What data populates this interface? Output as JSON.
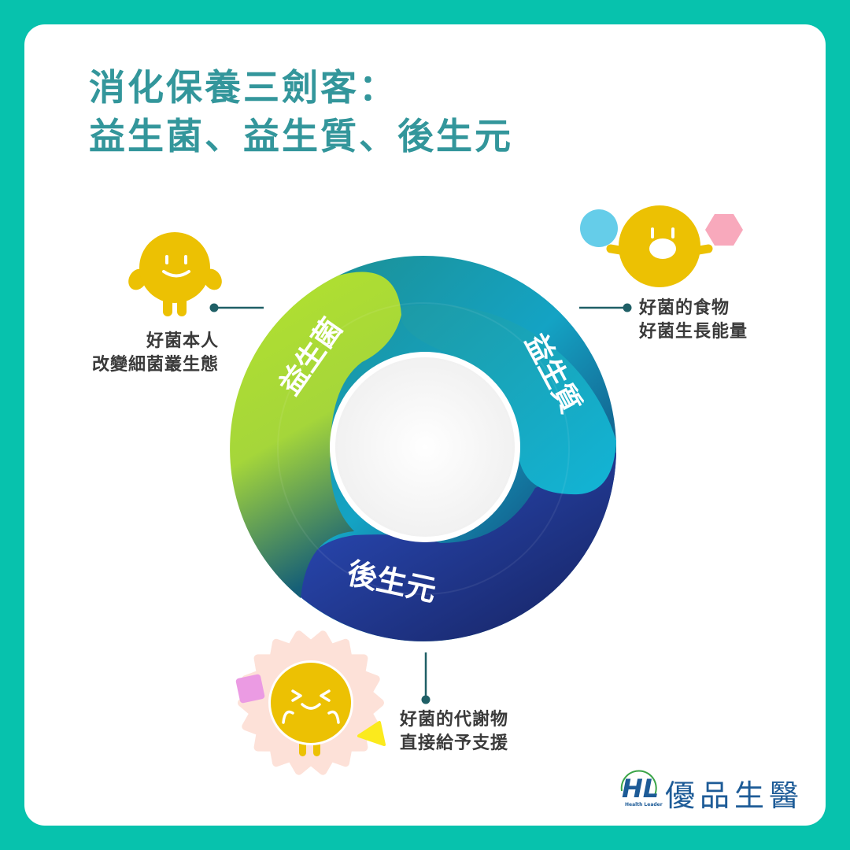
{
  "title": {
    "line1": "消化保養三劍客：",
    "line2": "益生菌、益生質、後生元"
  },
  "ring": {
    "segments": [
      {
        "label": "益生菌",
        "color_start": "#b7e22f",
        "color_end": "#2f7d6f"
      },
      {
        "label": "益生質",
        "color_start": "#1aa6b8",
        "color_end": "#12b6d6"
      },
      {
        "label": "後生元",
        "color_start": "#2a4bbb",
        "color_end": "#15205e"
      }
    ]
  },
  "callouts": {
    "left": {
      "line1": "好菌本人",
      "line2": "改變細菌叢生態"
    },
    "right": {
      "line1": "好菌的食物",
      "line2": "好菌生長能量"
    },
    "bottom": {
      "line1": "好菌的代謝物",
      "line2": "直接給予支援"
    }
  },
  "logo": {
    "mark": "HL",
    "mark_caption": "Health Leader",
    "name": "優品生醫"
  },
  "colors": {
    "background": "#07c2ad",
    "title": "#33969b",
    "connector": "#1f5f66",
    "mascot": "#ecc103",
    "sun": "#fde1d8",
    "logo": "#1d5b97"
  }
}
